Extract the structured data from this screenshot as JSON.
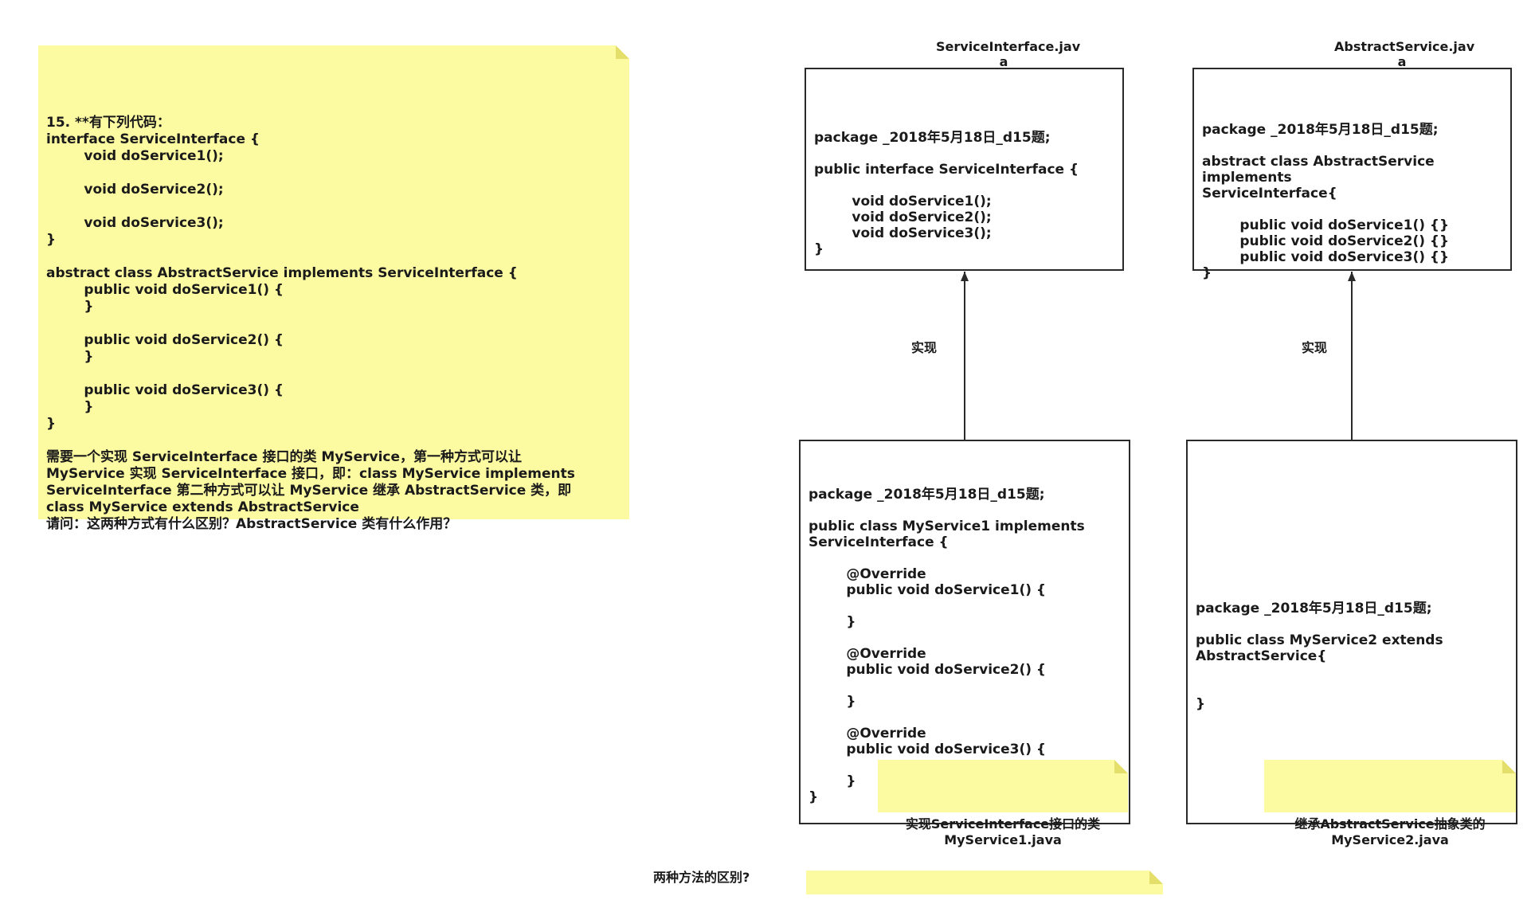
{
  "question_note": {
    "text": "15. **有下列代码：\ninterface ServiceInterface {\n        void doService1();\n\n        void doService2();\n\n        void doService3();\n}\n\nabstract class AbstractService implements ServiceInterface {\n        public void doService1() {\n        }\n\n        public void doService2() {\n        }\n\n        public void doService3() {\n        }\n}\n\n需要一个实现 ServiceInterface 接口的类 MyService，第一种方式可以让\nMyService 实现 ServiceInterface 接口，即：class MyService implements\nServiceInterface 第二种方式可以让 MyService 继承 AbstractService 类，即\nclass MyService extends AbstractService\n请问：这两种方式有什么区别？AbstractService 类有什么作用？"
  },
  "service_interface": {
    "title": "ServiceInterface.jav\na",
    "code": "package _2018年5月18日_d15题;\n\npublic interface ServiceInterface {\n\n        void doService1();\n        void doService2();\n        void doService3();\n}"
  },
  "abstract_service": {
    "title": "AbstractService.jav\na",
    "code": "package _2018年5月18日_d15题;\n\nabstract class AbstractService implements\nServiceInterface{\n\n        public void doService1() {}\n        public void doService2() {}\n        public void doService3() {}\n}"
  },
  "my_service1": {
    "code": "package _2018年5月18日_d15题;\n\npublic class MyService1 implements\nServiceInterface {\n\n        @Override\n        public void doService1() {\n\n        }\n\n        @Override\n        public void doService2() {\n\n        }\n\n        @Override\n        public void doService3() {\n\n        }\n}",
    "note": "实现ServiceInterface接口的类\nMyService1.java"
  },
  "my_service2": {
    "code": "package _2018年5月18日_d15题;\n\npublic class MyService2 extends\nAbstractService{\n\n\n}",
    "note": "继承AbstractService抽象类的\nMyService2.java"
  },
  "edges": {
    "left_label": "实现",
    "right_label": "实现"
  },
  "bottom": {
    "question": "两种方法的区别?"
  }
}
